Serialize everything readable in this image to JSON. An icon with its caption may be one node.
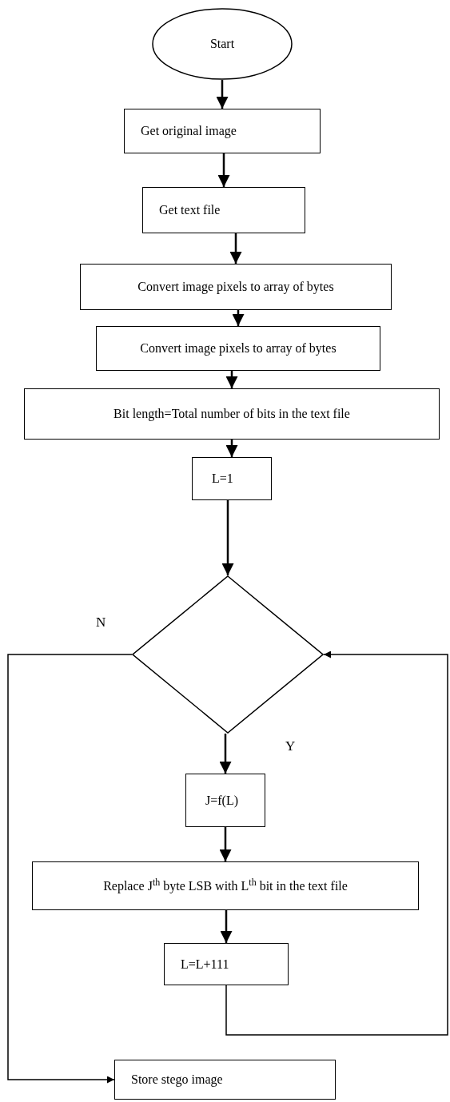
{
  "diagram": {
    "nodes": [
      {
        "text": [
          "Start"
        ]
      },
      {
        "text": [
          "Get original image"
        ]
      },
      {
        "text": [
          "Get text file"
        ]
      },
      {
        "text": [
          "Convert image pixels to array of bytes"
        ]
      },
      {
        "text": [
          "Convert image pixels to array of bytes"
        ]
      },
      {
        "text": [
          "Bit length=Total number of bits in the text file"
        ]
      },
      {
        "text": [
          "L=1"
        ]
      },
      {
        "text": [],
        "shape": "diamond"
      },
      {
        "text": [
          "J=f(L)"
        ]
      },
      {
        "text": [
          "Replace J$^{th}$ byte LSB with L$^{th}$ bit in the text file"
        ]
      },
      {
        "text": [
          "L=L+111"
        ]
      },
      {
        "text": [
          "Store stego image"
        ]
      }
    ],
    "edges": [
      {
        "from": 0,
        "to": 1,
        "arrow": "to"
      },
      {
        "from": 1,
        "to": 2,
        "arrow": "to"
      },
      {
        "from": 2,
        "to": 3,
        "arrow": "to"
      },
      {
        "from": 3,
        "to": 4,
        "arrow": "to"
      },
      {
        "from": 4,
        "to": 5,
        "arrow": "to"
      },
      {
        "from": 5,
        "to": 6,
        "arrow": "to"
      },
      {
        "from": 6,
        "to": 7,
        "arrow": "to"
      },
      {
        "from": 7,
        "to": 8,
        "arrow": "to",
        "label": "Y"
      },
      {
        "from": 7,
        "to": 11,
        "arrow": "to",
        "label": "N"
      },
      {
        "from": 8,
        "to": 9,
        "arrow": "to"
      },
      {
        "from": 9,
        "to": 10,
        "arrow": "to"
      },
      {
        "from": 10,
        "to": 7,
        "arrow": "to"
      }
    ]
  }
}
